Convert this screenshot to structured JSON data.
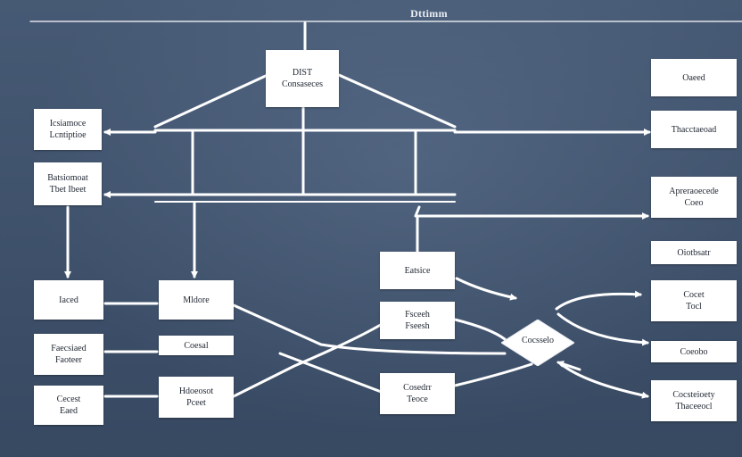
{
  "page": {
    "title": "Dttimm"
  },
  "nodes": {
    "top_center": {
      "line1": "DIST",
      "line2": "Consaseces"
    },
    "left_1": {
      "line1": "Icsiamoce",
      "line2": "Lcntiptioe"
    },
    "left_2": {
      "line1": "Batsiomoat",
      "line2": "Tbet Ibeet"
    },
    "left_3": {
      "line1": "Iaced"
    },
    "left_4": {
      "line1": "Faecsiaed",
      "line2": "Faoteer"
    },
    "left_5": {
      "line1": "Cecest",
      "line2": "Eaed"
    },
    "mid_1": {
      "line1": "Mldore"
    },
    "mid_2": {
      "line1": "Coesal"
    },
    "mid_3": {
      "line1": "Hdoeosot",
      "line2": "Pceet"
    },
    "center_1": {
      "line1": "Eatsice"
    },
    "center_2": {
      "line1": "Fsceeh",
      "line2": "Fseesh"
    },
    "center_3": {
      "line1": "Cosedrr",
      "line2": "Teoce"
    },
    "decision": {
      "label": "Cocsselo"
    },
    "right_1": {
      "line1": "Oaeed"
    },
    "right_2": {
      "line1": "Thacctaeoad"
    },
    "right_3": {
      "line1": "Apreraoecede",
      "line2": "Coeo"
    },
    "right_4": {
      "line1": "Oiotbsatr"
    },
    "right_5": {
      "line1": "Cocet",
      "line2": "Tocl"
    },
    "right_6": {
      "line1": "Coeobo"
    },
    "right_7": {
      "line1": "Cocsteioety",
      "line2": "Thaceeocl"
    }
  },
  "colors": {
    "background": "#3f536f",
    "line": "#ffffff",
    "node_fill": "#ffffff",
    "node_text": "#1e2530"
  }
}
